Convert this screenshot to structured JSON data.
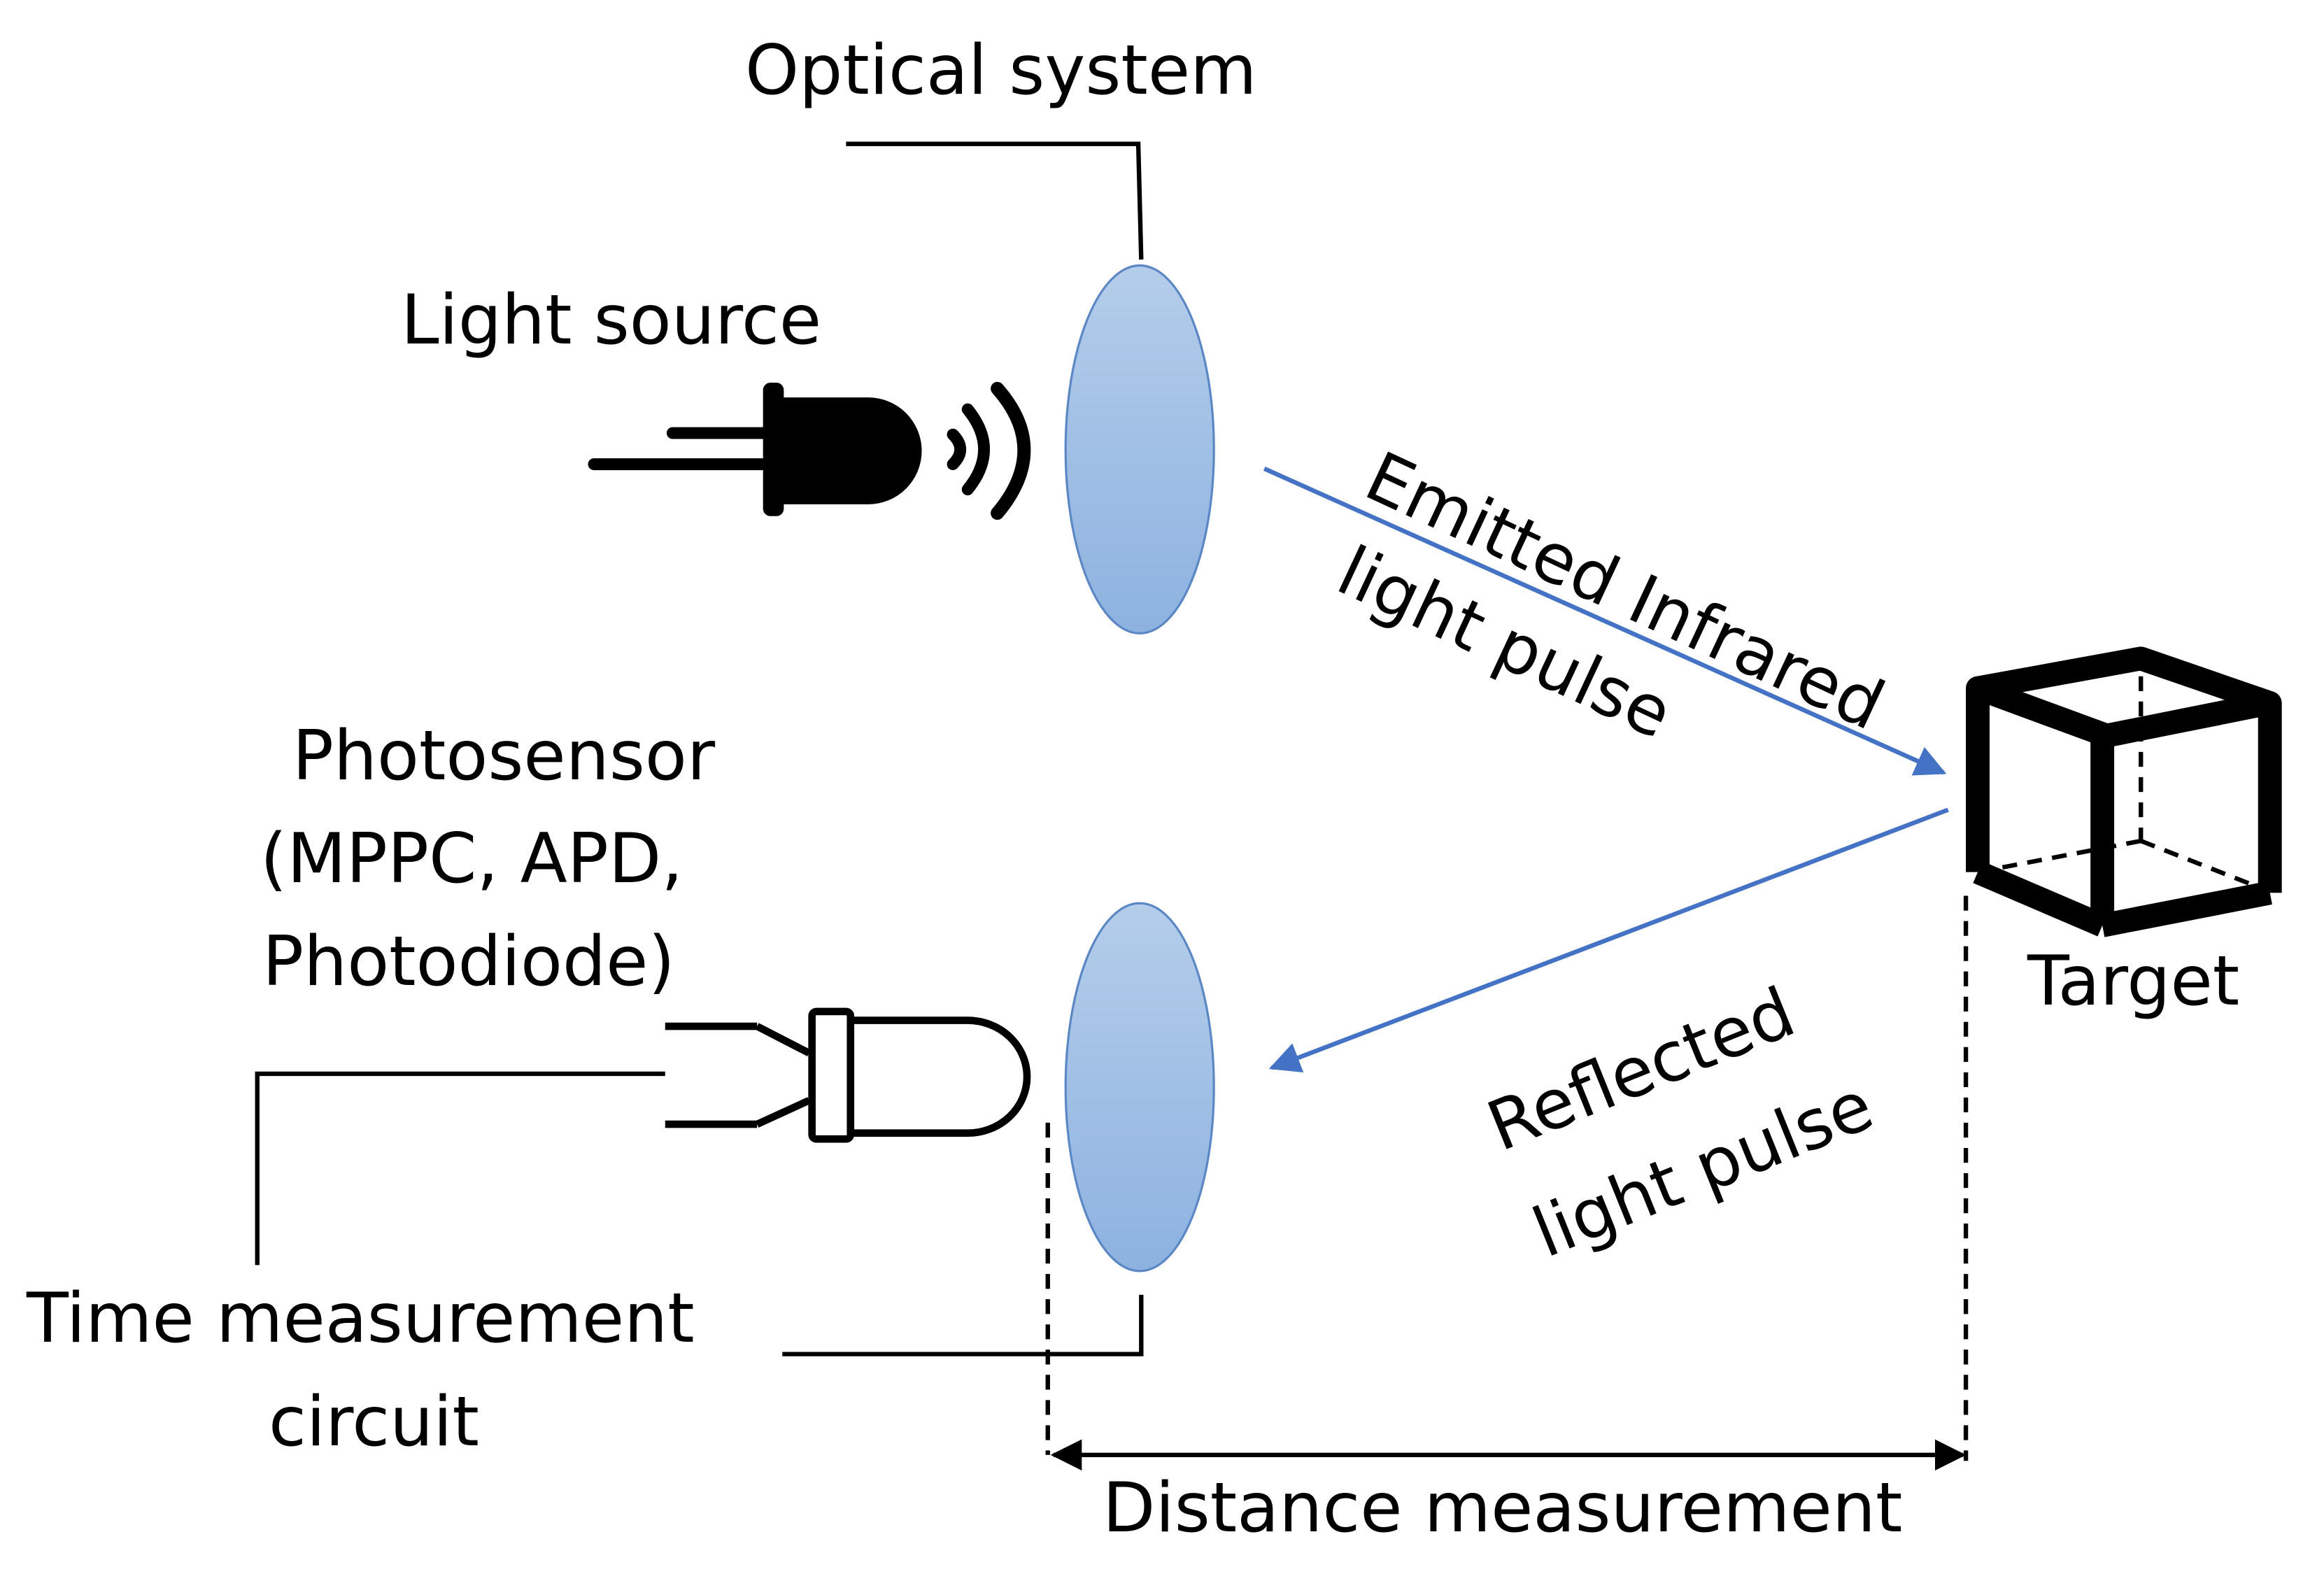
{
  "labels": {
    "optical_system": "Optical system",
    "light_source": "Light source",
    "emitted_line1": "Emitted Infrared",
    "emitted_line2": "light pulse",
    "target": "Target",
    "photosensor_line1": "Photosensor",
    "photosensor_line2": "(MPPC, APD,",
    "photosensor_line3": "Photodiode)",
    "reflected_line1": "Reflected",
    "reflected_line2": "light pulse",
    "time_line1": "Time measurement",
    "time_line2": "circuit",
    "distance": "Distance measurement"
  },
  "colors": {
    "lens_fill_top": "#b4cdea",
    "lens_fill_bottom": "#8db2e0",
    "lens_stroke": "#5b87c5",
    "arrow": "#4472c4",
    "ink": "#000000"
  },
  "icons": {
    "led": "led-emitter-icon",
    "waves": "emission-waves-icon",
    "photosensor": "photodiode-icon",
    "target": "cube-icon"
  }
}
